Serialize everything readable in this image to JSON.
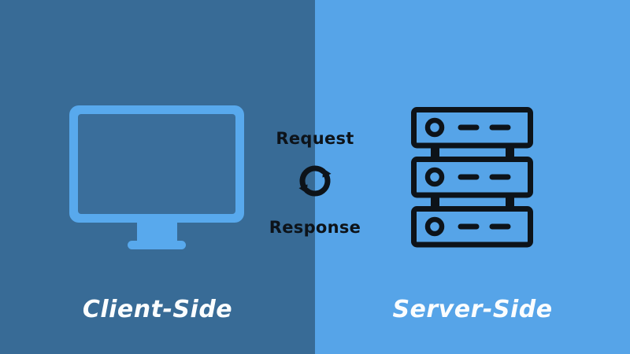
{
  "diagram": {
    "panels": {
      "client": {
        "title": "Client-Side",
        "icon": "monitor-icon",
        "background_color": "#386B96"
      },
      "server": {
        "title": "Server-Side",
        "icon": "server-stack-icon",
        "background_color": "#56A4E8"
      }
    },
    "center": {
      "request_label": "Request",
      "response_label": "Response",
      "icon": "sync-arrows-icon"
    },
    "colors": {
      "left_background": "#386B96",
      "right_background": "#56A4E8",
      "monitor_blue": "#58A9ED",
      "monitor_screen": "#3A6E9B",
      "outline_black": "#0D1319",
      "title_white": "#FBFDFE"
    }
  }
}
